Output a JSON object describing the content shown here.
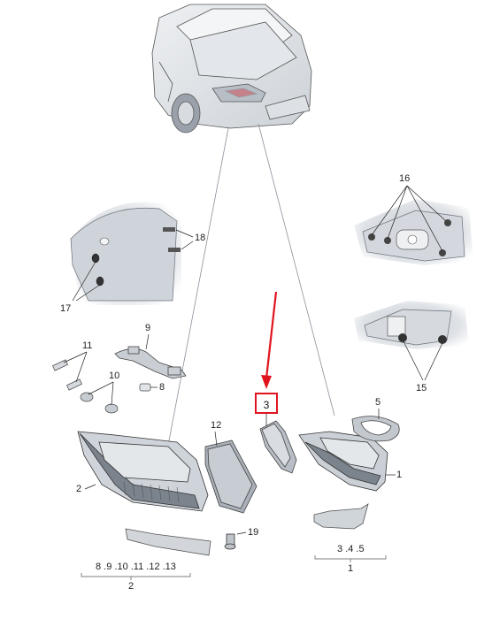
{
  "callouts": {
    "c1_a": "1",
    "c1_b": "1",
    "c2_a": "2",
    "c2_b": "2",
    "c3": "3",
    "c5": "5",
    "c8": "8",
    "c9": "9",
    "c10": "10",
    "c11": "11",
    "c12": "12",
    "c15": "15",
    "c16": "16",
    "c17": "17",
    "c18": "18",
    "c19": "19"
  },
  "groups": {
    "left_group": "8 .9 .10 .11 .12 .13",
    "right_group": "3 .4 .5"
  },
  "highlight": {
    "label": "3",
    "color": "#e0141e"
  },
  "colors": {
    "line": "#555555",
    "fill_light": "#e6e9ed",
    "fill_mid": "#c5cad1",
    "fill_dark": "#7b838d",
    "accent": "#e0141e"
  }
}
